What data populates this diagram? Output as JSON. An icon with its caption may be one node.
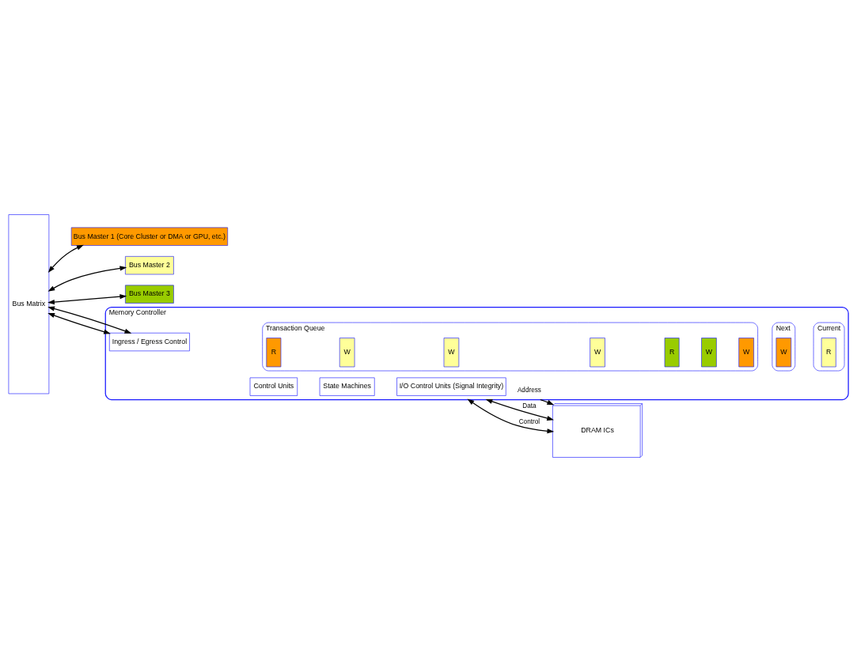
{
  "diagram": {
    "nodes": [
      {
        "text": [
          "Bus Matrix"
        ]
      },
      {
        "text": [
          "Bus Master 1 (Core Cluster or DMA or GPU, etc.)"
        ]
      },
      {
        "text": [
          "Bus Master 2"
        ]
      },
      {
        "text": [
          "Bus Master 3"
        ]
      },
      {
        "text": [
          "DRAM ICs"
        ]
      },
      {
        "text": [
          "Memory Controller"
        ]
      },
      {
        "text": [
          "Ingress / Egress Control"
        ],
        "in": 5
      },
      {
        "text": [
          "Transaction Queue"
        ],
        "in": 5
      },
      {
        "text": [
          "R"
        ],
        "in": 7
      },
      {
        "text": [
          "W"
        ],
        "in": 7
      },
      {
        "text": [
          "W"
        ],
        "in": 7
      },
      {
        "text": [
          "W"
        ],
        "in": 7
      },
      {
        "text": [
          "R"
        ],
        "in": 7
      },
      {
        "text": [
          "W"
        ],
        "in": 7
      },
      {
        "text": [
          "W"
        ],
        "in": 7
      },
      {
        "text": [
          "Next"
        ],
        "in": 5
      },
      {
        "text": [
          "W"
        ],
        "in": 15
      },
      {
        "text": [
          "Current"
        ],
        "in": 5
      },
      {
        "text": [
          "R"
        ],
        "in": 17
      },
      {
        "text": [
          "Control Units"
        ],
        "in": 5
      },
      {
        "text": [
          "State Machines"
        ],
        "in": 5
      },
      {
        "text": [
          "I/O Control Units (Signal Integrity)"
        ],
        "in": 5
      }
    ],
    "edges": [
      {
        "from": 0,
        "to": 1,
        "arrow": "both"
      },
      {
        "from": 0,
        "to": 2,
        "arrow": "both"
      },
      {
        "from": 0,
        "to": 3,
        "arrow": "both"
      },
      {
        "from": 0,
        "to": 6,
        "arrow": "both"
      },
      {
        "from": 0,
        "to": 6,
        "arrow": "both"
      },
      {
        "from": 5,
        "to": 4,
        "arrow": "to",
        "label": "Address"
      },
      {
        "from": 5,
        "to": 4,
        "arrow": "both",
        "label": "Data"
      },
      {
        "from": 5,
        "to": 4,
        "arrow": "both",
        "label": "Control"
      }
    ]
  }
}
